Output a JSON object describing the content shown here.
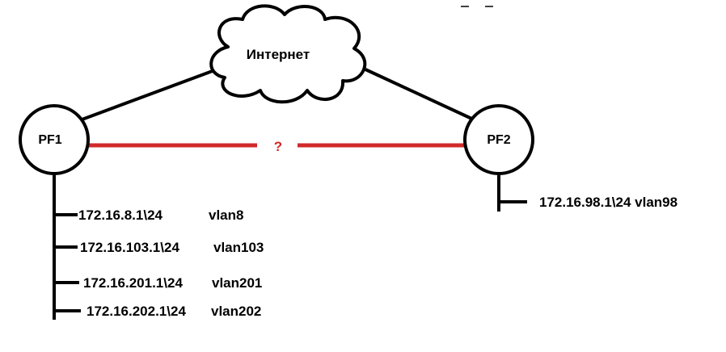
{
  "cloud": {
    "label": "Интернет"
  },
  "nodes": {
    "pf1": {
      "label": "PF1"
    },
    "pf2": {
      "label": "PF2"
    }
  },
  "link": {
    "label": "?",
    "color": "#d02a2a"
  },
  "pf1_networks": [
    {
      "ip": "172.16.8.1\\24",
      "vlan": "vlan8"
    },
    {
      "ip": "172.16.103.1\\24",
      "vlan": "vlan103"
    },
    {
      "ip": "172.16.201.1\\24",
      "vlan": "vlan201"
    },
    {
      "ip": "172.16.202.1\\24",
      "vlan": "vlan202"
    }
  ],
  "pf2_networks": [
    {
      "text": "172.16.98.1\\24 vlan98"
    }
  ]
}
